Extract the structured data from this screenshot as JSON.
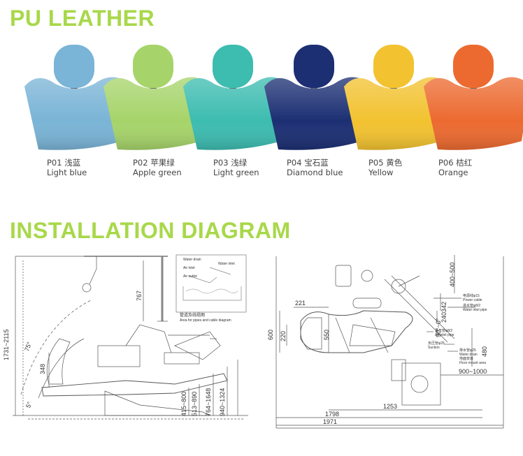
{
  "headings": {
    "leather": "PU LEATHER",
    "installation": "INSTALLATION DIAGRAM"
  },
  "colors": {
    "heading": "#a8d84a"
  },
  "swatches": [
    {
      "code": "P01 浅蓝",
      "name": "Light blue",
      "color": "#7ab4d6"
    },
    {
      "code": "P02 苹果绿",
      "name": "Apple green",
      "color": "#a6d46a"
    },
    {
      "code": "P03 浅绿",
      "name": "Light green",
      "color": "#3dbcb0"
    },
    {
      "code": "P04 宝石蓝",
      "name": "Diamond blue",
      "color": "#1c2f73"
    },
    {
      "code": "P05 黄色",
      "name": "Yellow",
      "color": "#f2c230"
    },
    {
      "code": "P06 桔红",
      "name": "Orange",
      "color": "#ec6a30"
    }
  ],
  "side_view": {
    "dims": [
      "767",
      "1731~2115",
      "75°",
      "348",
      "5°",
      "415~800",
      "513~890",
      "764~1648",
      "940~1324"
    ],
    "inset": {
      "captions": [
        "Water drain",
        "Air inlet",
        "Air outlet",
        "Water inlet"
      ],
      "title": "管道及线缆图",
      "subtitle": "Area for pipes and cable diagram"
    }
  },
  "top_view": {
    "dims": [
      "221",
      "220",
      "600",
      "550",
      "1253",
      "1798",
      "1971",
      "400~500",
      "342",
      "240",
      "90°~0°",
      "480",
      "900~1000"
    ],
    "notes": [
      {
        "cn": "电源线φ15",
        "en": "Power cable"
      },
      {
        "cn": "进水管φ8/2",
        "en": "Water inlet pipe"
      },
      {
        "cn": "进气管φ8/2",
        "en": "Air inlet pipe"
      },
      {
        "cn": "负压管φ25",
        "en": "Suction"
      },
      {
        "cn": "排水管φ25",
        "en": "Water drain"
      },
      {
        "cn": "地面安装",
        "en": "Floor mount area"
      }
    ]
  }
}
